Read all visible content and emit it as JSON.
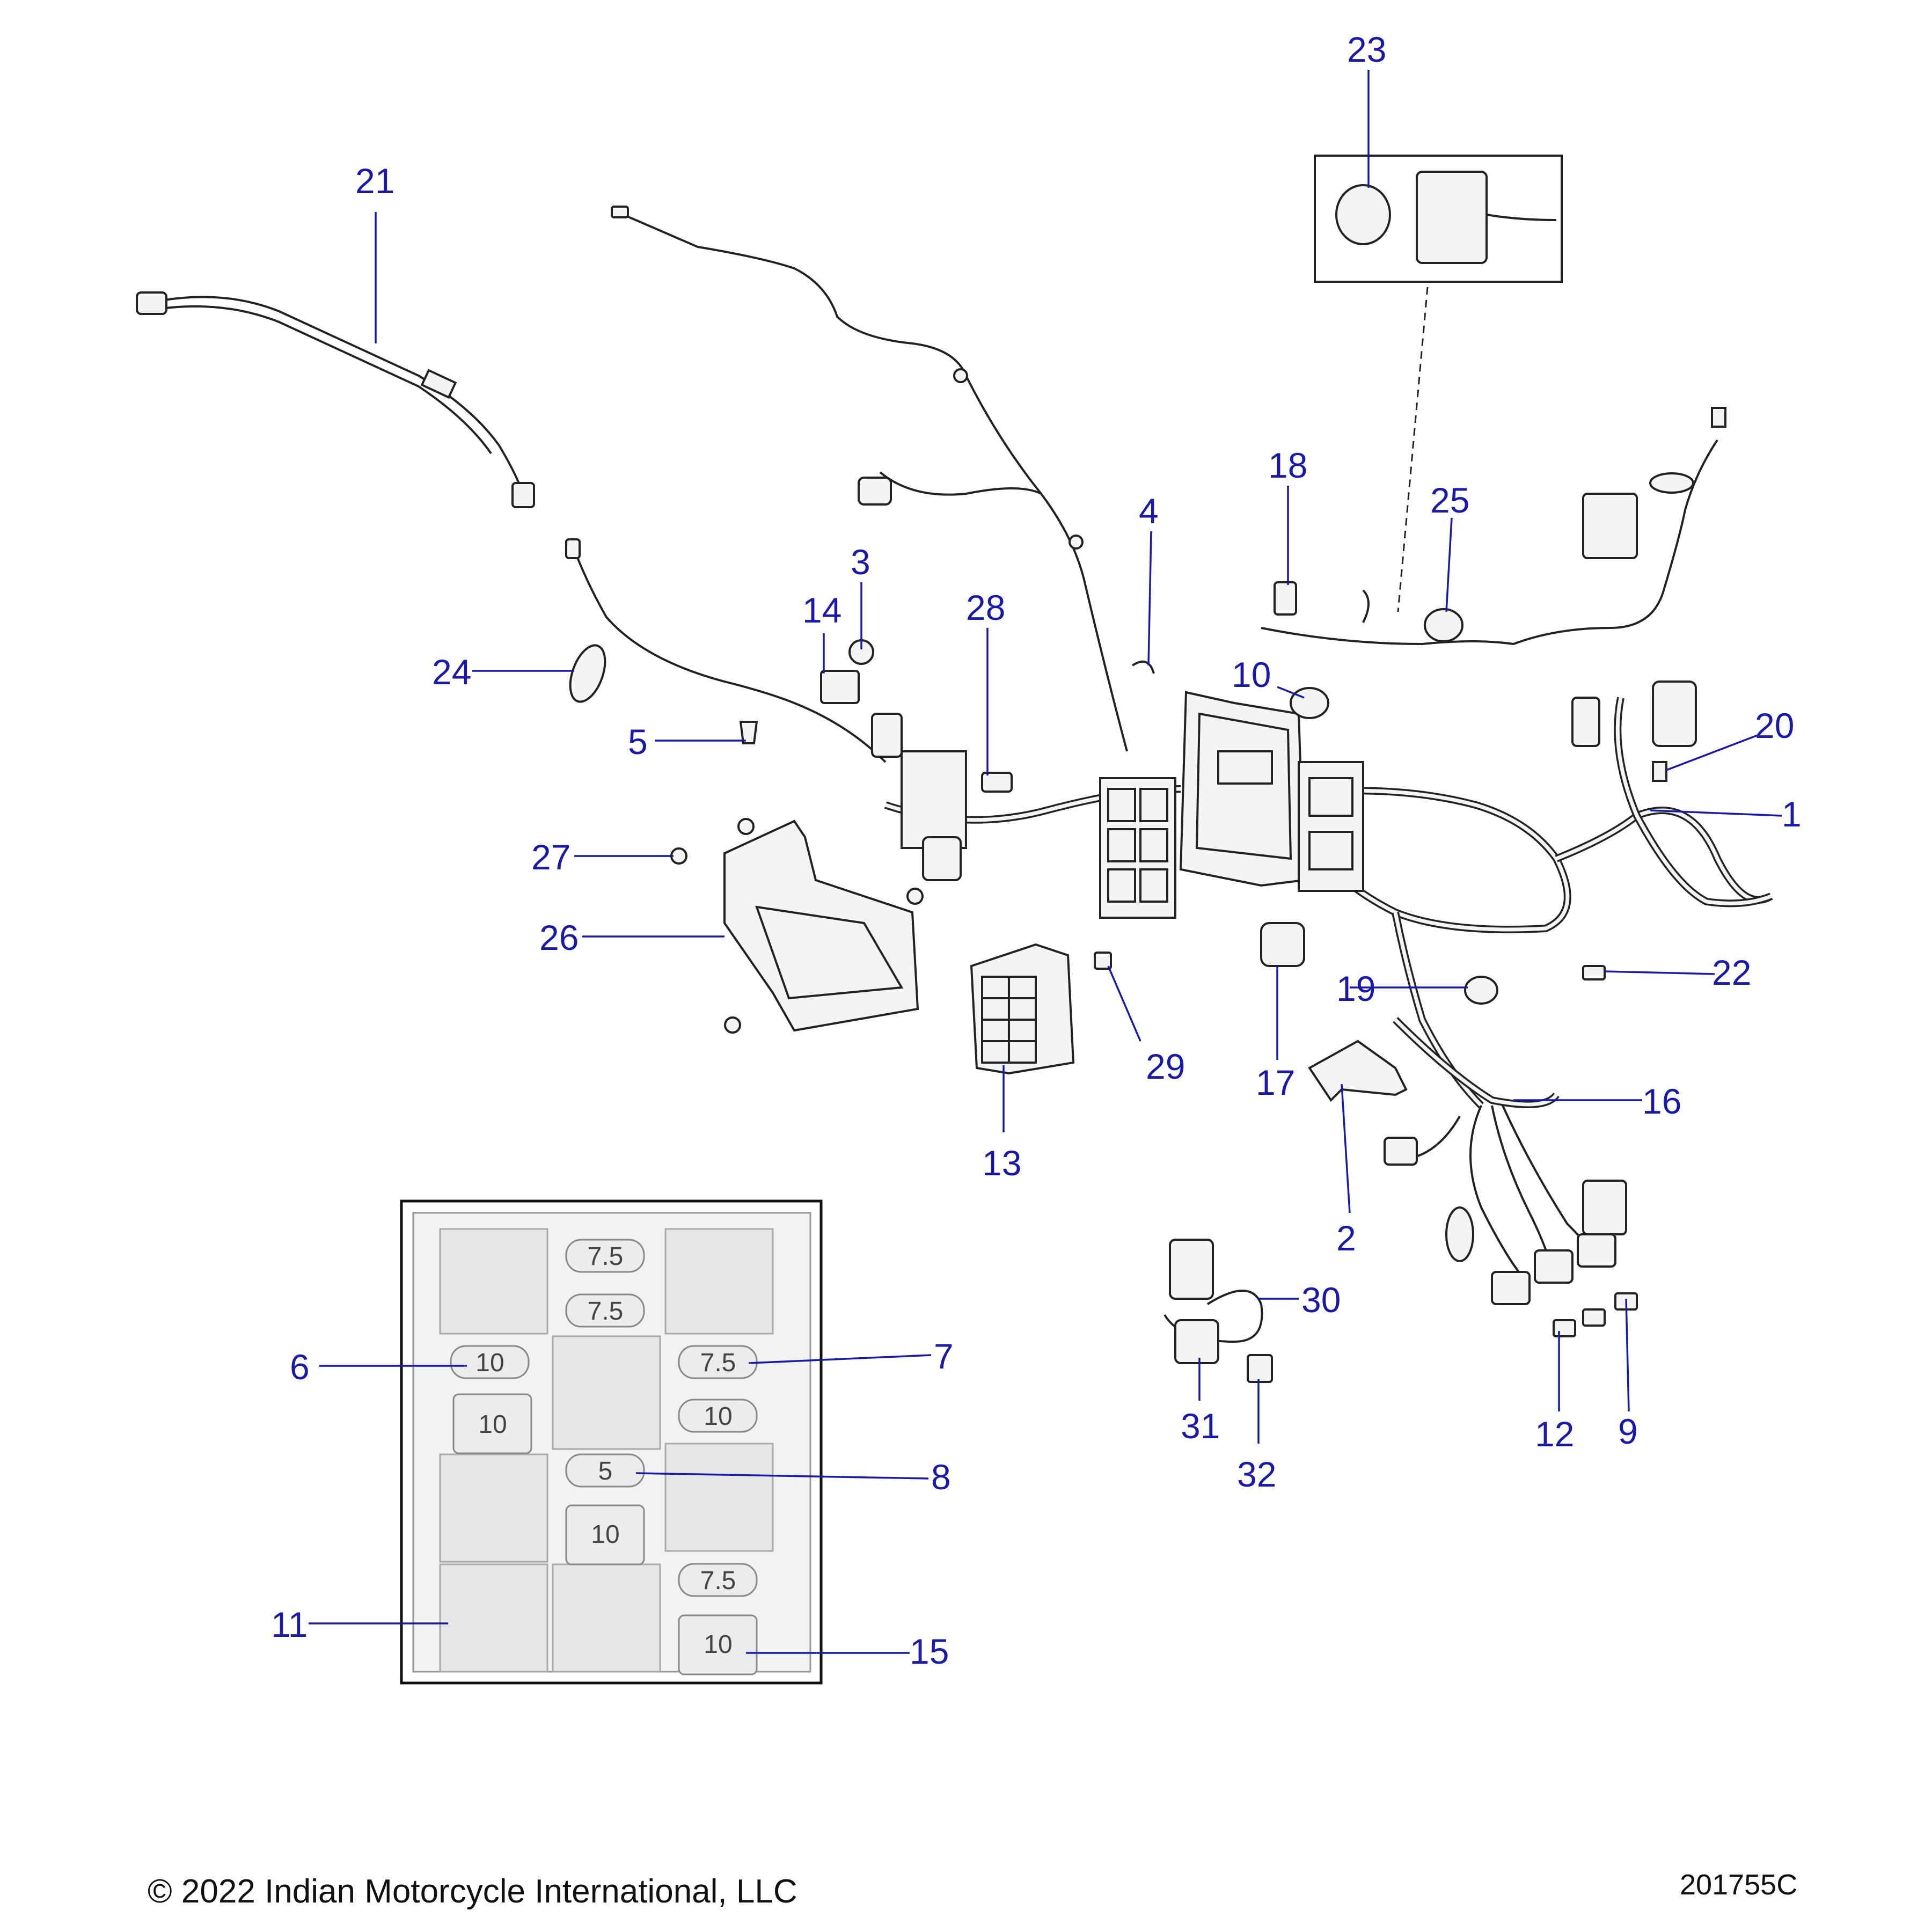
{
  "callouts": [
    {
      "id": "c1",
      "label": "1"
    },
    {
      "id": "c2",
      "label": "2"
    },
    {
      "id": "c3",
      "label": "3"
    },
    {
      "id": "c4",
      "label": "4"
    },
    {
      "id": "c5",
      "label": "5"
    },
    {
      "id": "c6",
      "label": "6"
    },
    {
      "id": "c7",
      "label": "7"
    },
    {
      "id": "c8",
      "label": "8"
    },
    {
      "id": "c9",
      "label": "9"
    },
    {
      "id": "c10",
      "label": "10"
    },
    {
      "id": "c11",
      "label": "11"
    },
    {
      "id": "c12",
      "label": "12"
    },
    {
      "id": "c13",
      "label": "13"
    },
    {
      "id": "c14",
      "label": "14"
    },
    {
      "id": "c15",
      "label": "15"
    },
    {
      "id": "c16",
      "label": "16"
    },
    {
      "id": "c17",
      "label": "17"
    },
    {
      "id": "c18",
      "label": "18"
    },
    {
      "id": "c19",
      "label": "19"
    },
    {
      "id": "c20",
      "label": "20"
    },
    {
      "id": "c21",
      "label": "21"
    },
    {
      "id": "c22",
      "label": "22"
    },
    {
      "id": "c23",
      "label": "23"
    },
    {
      "id": "c24",
      "label": "24"
    },
    {
      "id": "c25",
      "label": "25"
    },
    {
      "id": "c26",
      "label": "26"
    },
    {
      "id": "c27",
      "label": "27"
    },
    {
      "id": "c28",
      "label": "28"
    },
    {
      "id": "c29",
      "label": "29"
    },
    {
      "id": "c30",
      "label": "30"
    },
    {
      "id": "c31",
      "label": "31"
    },
    {
      "id": "c32",
      "label": "32"
    }
  ],
  "fuse_box": {
    "fuses": [
      "7.5",
      "7.5",
      "10",
      "10",
      "7.5",
      "10",
      "5",
      "10",
      "7.5",
      "10"
    ]
  },
  "footer": {
    "copyright": "© 2022 Indian Motorcycle International, LLC",
    "drawing_number": "201755C"
  }
}
